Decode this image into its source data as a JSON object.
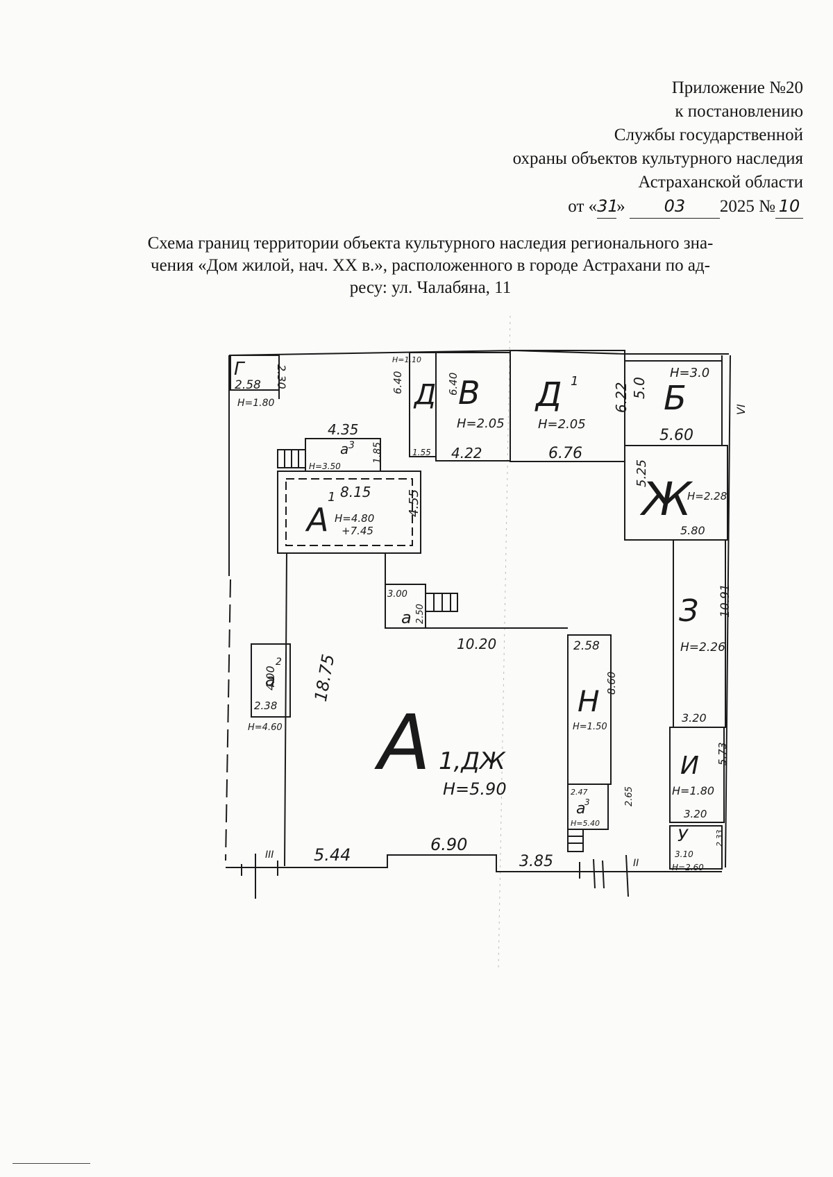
{
  "header": {
    "line1": "Приложение №20",
    "line2": "к постановлению",
    "line3": "Службы государственной",
    "line4": "охраны объектов культурного наследия",
    "line5": "Астраханской области",
    "date_prefix": "от «",
    "date_day": "31",
    "date_mid": "»",
    "date_month": "03",
    "date_year": "2025 №",
    "doc_number": "10"
  },
  "title": {
    "line1": "Схема границ территории объекта культурного наследия регионального зна-",
    "line2": "чения «Дом жилой, нач. XX в.», расположенного в городе Астрахани по ад-",
    "line3": "ресу: ул. Чалабяна, 11"
  },
  "plan": {
    "rooms": {
      "g": "Г",
      "d": "Д",
      "v": "В",
      "d1": "Д",
      "d1_sup": "1",
      "b": "Б",
      "a1": "А",
      "a1_sup": "1",
      "a3": "а",
      "a3_sup": "3",
      "a2": "а",
      "a_left": "а",
      "a_left_sup": "2",
      "zh": "Ж",
      "z": "З",
      "i": "И",
      "n": "Н",
      "u": "У",
      "a4": "а",
      "a4_sup": "3",
      "main": "А",
      "main_sub": "1,ДЖ"
    },
    "labels": {
      "g_w": "2.58",
      "g_h": "2.30",
      "g_hh": "H=1.80",
      "d_h": "6.40",
      "d_top": "H=1.10",
      "d_bot": "1.55",
      "v_h": "6.40",
      "v_hh": "H=2.05",
      "v_w": "4.22",
      "d1_hh": "H=2.05",
      "d1_w": "6.76",
      "d1_h": "6.22",
      "b_hh": "H=3.0",
      "b_h": "5.0",
      "b_w": "5.60",
      "a3_w": "4.35",
      "a3_h": "1.85",
      "a3_hh": "H=3.50",
      "a1_w": "8.15",
      "a1_h": "4.55",
      "a1_hh": "H=4.80",
      "a1_hh2": "+7.45",
      "zh_h": "5.25",
      "zh_hh": "H=2.28",
      "zh_w": "5.80",
      "a2_w": "3.00",
      "a2_h": "2.50",
      "main_w": "10.20",
      "main_h": "18.75",
      "main_hh": "H=5.90",
      "al_h": "4.00",
      "al_w": "2.38",
      "al_hh": "H=4.60",
      "z_h": "10.91",
      "z_hh": "H=2.26",
      "z_w": "3.20",
      "n_w": "2.58",
      "n_h": "8.60",
      "n_hh": "H=1.50",
      "i_h": "5.73",
      "i_hh": "H=1.80",
      "i_w": "3.20",
      "a4_w": "2.47",
      "a4_hh": "H=5.40",
      "a4_h": "2.65",
      "u_w": "3.10",
      "u_h": "2.33",
      "u_hh": "H=2.60",
      "bot1": "5.44",
      "bot2": "6.90",
      "bot3": "3.85",
      "mark_vi": "VI",
      "mark_iii": "III",
      "mark_ii": "II"
    }
  }
}
